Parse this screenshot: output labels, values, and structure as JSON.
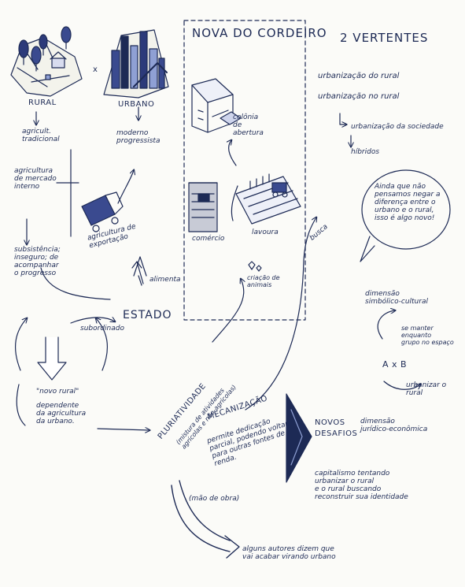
{
  "labels": {
    "nova_do_cordeiro": "NOVA DO CORDEIRO",
    "duas_vertentes": "2 VERTENTES",
    "rural": "RURAL",
    "urbano": "URBANO",
    "x": "x",
    "agricultura_tradicional": "agricult.\ntradicional",
    "agricultura_mercado_interno": "agricultura\nde mercado\ninterno",
    "moderno_progressista": "moderno\nprogressista",
    "agricultura_exportacao": "agricultura de\nexportação",
    "subsistencia": "subsistência;\ninseguro; de\nacompanhar\no progresso",
    "alimenta": "alimenta",
    "estado": "ESTADO",
    "subordinado": "subordinado",
    "novo_rural": "\"novo rural\"",
    "dependente": "dependente\nda agricultura\nda urbano.",
    "pluriatividade": "PLURIATIVIDADE",
    "pluri_sub": "(mistura de atividades\nagrícolas e não-agrícolas)",
    "mecanizacao": "MECANIZAÇÃO",
    "mecanizacao_texto": "permite dedicação\nparcial, podendo voltar\npara outras fontes de\nrenda.",
    "mao_de_obra": "(mão de obra)",
    "novos_desafios": "NOVOS\nDESAFIOS",
    "capitalismo_texto": "capitalismo tentando\nurbanizar o rural\ne o rural buscando\nreconstruir sua identidade",
    "alguns_autores": "alguns autores dizem que\nvai acabar virando urbano",
    "lavoura": "lavoura",
    "colonia": "colônia\nde\nabertura",
    "comercio": "comércio",
    "criacao": "criação de animais",
    "busca": "busca",
    "v1": "urbanização do rural",
    "v2": "urbanização no rural",
    "urbanizacao_sociedade": "urbanização da sociedade",
    "hibridos": "híbridos",
    "quote": "Ainda que não\npensamos negar a\ndiferença entre o\nurbano e o rural,\nisso é algo novo!",
    "dimensao_simbolico": "dimensão\nsimbólico-cultural",
    "se_manter": "se manter enquanto\ngrupo no espaço",
    "a_x_b": "A x B",
    "urbanizar_rural": "urbanizar o\nrural",
    "dimensao_juridico": "dimensão\njurídico-econômica"
  }
}
